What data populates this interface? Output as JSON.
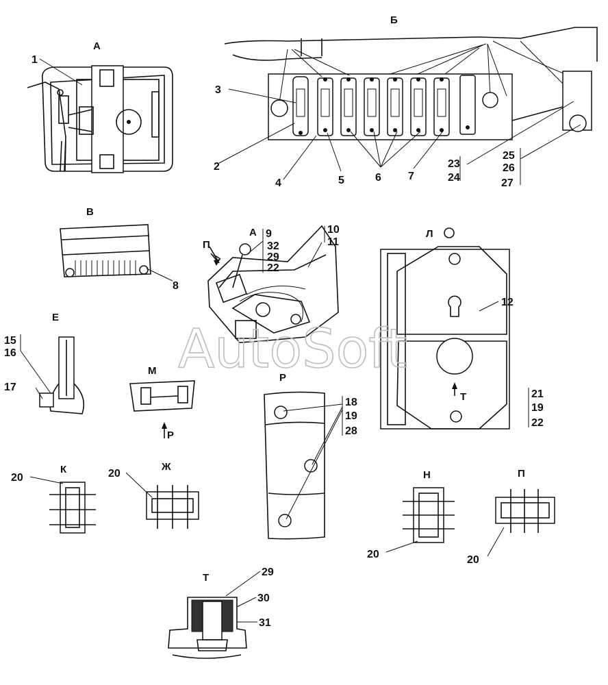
{
  "views": {
    "A": "А",
    "B": "Б",
    "V": "В",
    "E": "Е",
    "M": "М",
    "R": "Р",
    "L": "Л",
    "K": "К",
    "ZH": "Ж",
    "N": "Н",
    "P": "П",
    "T": "Т",
    "A_detail": "А",
    "P_arrow": "П",
    "R_arrow": "Р",
    "T_arrow": "Т"
  },
  "callouts": {
    "c1": "1",
    "c2": "2",
    "c3": "3",
    "c4": "4",
    "c5": "5",
    "c6": "6",
    "c7": "7",
    "c8": "8",
    "c9": "9",
    "c10": "10",
    "c11": "11",
    "c12": "12",
    "c15": "15",
    "c16": "16",
    "c17": "17",
    "c18": "18",
    "c19a": "19",
    "c19b": "19",
    "c20k": "20",
    "c20zh": "20",
    "c20n": "20",
    "c20p": "20",
    "c21": "21",
    "c22a": "22",
    "c22b": "22",
    "c23": "23",
    "c24": "24",
    "c25": "25",
    "c26": "26",
    "c27": "27",
    "c28": "28",
    "c29a": "29",
    "c29b": "29",
    "c30": "30",
    "c31": "31",
    "c32": "32"
  },
  "watermark": "AutoSoft"
}
